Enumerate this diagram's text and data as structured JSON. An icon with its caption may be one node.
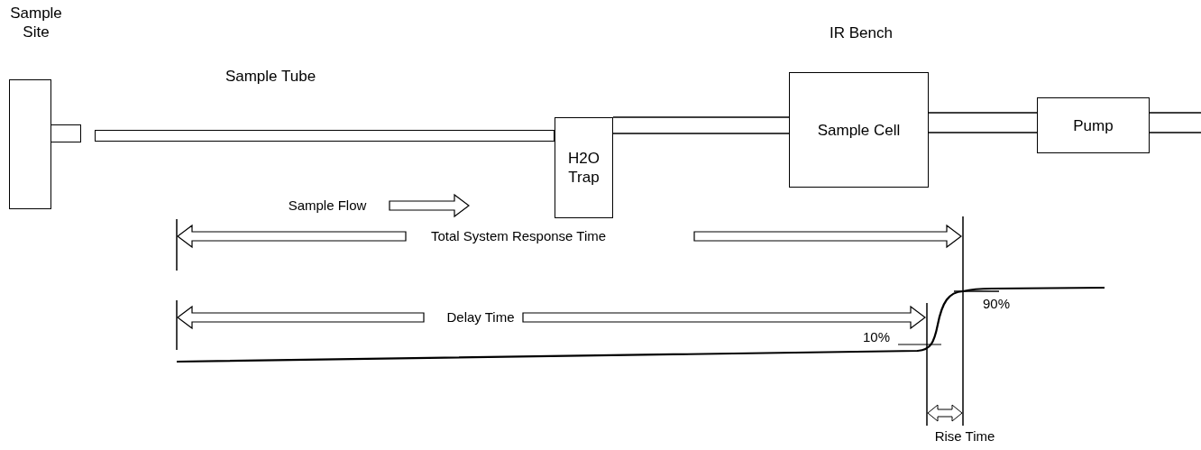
{
  "diagram": {
    "nodes": [
      {
        "text": [
          "Sample Site"
        ]
      },
      {
        "text": [
          "Sample Tube"
        ]
      },
      {
        "text": [
          "H2O Trap"
        ]
      },
      {
        "text": [
          "IR Bench",
          "Sample Cell"
        ]
      },
      {
        "text": [
          "Pump"
        ]
      }
    ],
    "edges": [
      {
        "from": 2,
        "to": 3,
        "arrow": "none"
      },
      {
        "from": 3,
        "to": 4,
        "arrow": "none"
      },
      {
        "from": 4,
        "to": null,
        "arrow": "none"
      }
    ],
    "labels": [
      "Sample Flow",
      "Total System Response Time",
      "90%",
      "Delay Time",
      "10%",
      "Rise Time"
    ]
  }
}
